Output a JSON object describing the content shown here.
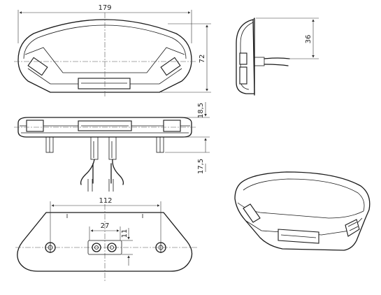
{
  "dimensions": {
    "width": "179",
    "height": "72",
    "connector_offset": "36",
    "body_depth": "18,5",
    "pin_length": "17,5",
    "mount_spacing": "112",
    "connector_spacing": "27",
    "connector_height": "11"
  }
}
